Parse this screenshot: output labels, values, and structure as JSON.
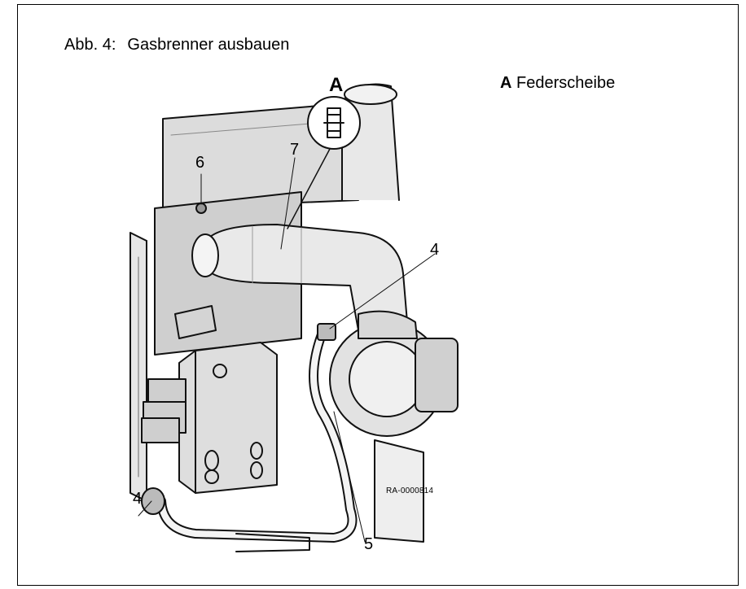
{
  "figure": {
    "caption_number": "Abb. 4:",
    "caption_title": "Gasbrenner ausbauen",
    "drawing_code": "RA-0000814"
  },
  "legend": {
    "key": "A",
    "text": "Federscheibe"
  },
  "callouts": {
    "A": "A",
    "c7": "7",
    "c6": "6",
    "c4_right": "4",
    "c4_left": "4",
    "c5": "5"
  }
}
